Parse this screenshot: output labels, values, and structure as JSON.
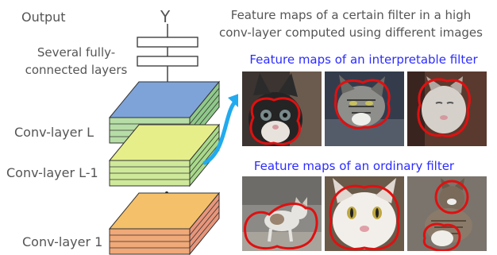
{
  "network": {
    "output_label": "Output",
    "output_symbol": "Y",
    "fc_label_line1": "Several fully-",
    "fc_label_line2": "connected layers",
    "conv_top_label": "Conv-layer L",
    "conv_mid_label": "Conv-layer L-1",
    "conv_bottom_label": "Conv-layer 1"
  },
  "header": {
    "line1": "Feature maps of a certain filter in a high",
    "line2": "conv-layer computed using different images"
  },
  "interpretable": {
    "title": "Feature maps of an interpretable filter"
  },
  "ordinary": {
    "title": "Feature maps of an ordinary filter"
  },
  "colors": {
    "caption_blue": "#2c2cff",
    "text_gray": "#555555",
    "region_outline": "#e01010",
    "arrow": "#22aaee"
  }
}
